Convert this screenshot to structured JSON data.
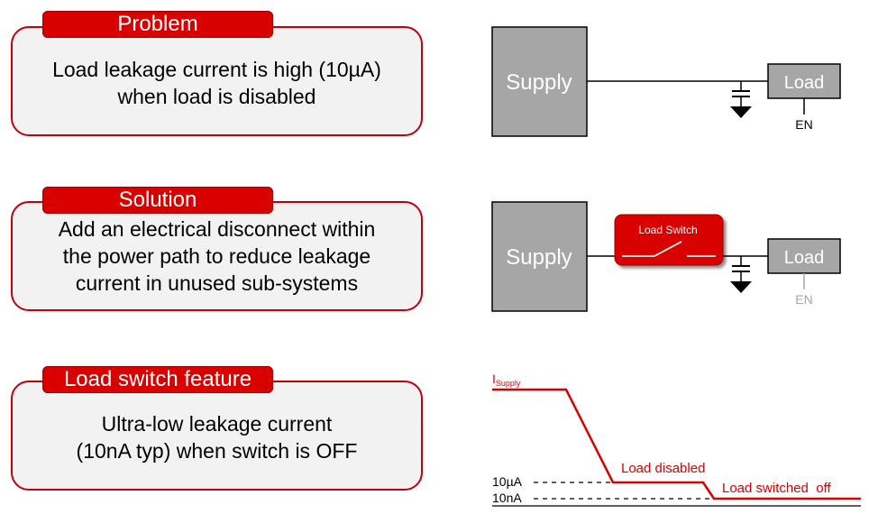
{
  "problem": {
    "tag": "Problem",
    "lines": [
      "Load leakage current is high (10µA)",
      "when load is disabled"
    ]
  },
  "solution": {
    "tag": "Solution",
    "lines": [
      "Add an electrical disconnect within",
      "the power path to reduce leakage",
      "current in unused sub-systems"
    ]
  },
  "feature": {
    "tag": "Load switch feature",
    "lines": [
      "Ultra-low leakage current",
      "(10nA typ) when switch is OFF"
    ]
  },
  "diagram_top": {
    "supply": "Supply",
    "load": "Load",
    "en": "EN"
  },
  "diagram_mid": {
    "supply": "Supply",
    "switch": "Load Switch",
    "load": "Load",
    "en": "EN"
  },
  "graph": {
    "y_label_main": "I",
    "y_label_sub": "Supply",
    "level_high": "10µA",
    "level_low": "10nA",
    "label_disabled": "Load disabled",
    "label_switched_off": "Load switched  off"
  },
  "colors": {
    "accent": "#d90000",
    "card_bg": "#f2f2f2",
    "supply_box": "#a6a6a6",
    "load_box": "#a6a6a6",
    "en_disabled": "#a6a6a6"
  }
}
